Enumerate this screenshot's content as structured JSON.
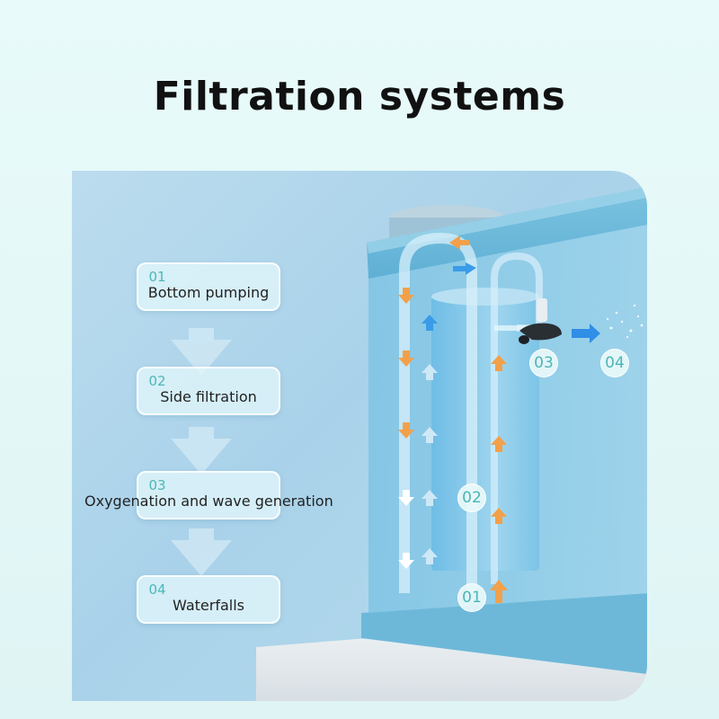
{
  "title": "Filtration systems",
  "steps": [
    {
      "num": "01",
      "label": "Bottom pumping"
    },
    {
      "num": "02",
      "label": "Side filtration"
    },
    {
      "num": "03",
      "label": "Oxygenation and wave generation"
    },
    {
      "num": "04",
      "label": "Waterfalls"
    }
  ],
  "markers": [
    "01",
    "02",
    "03",
    "04"
  ],
  "colors": {
    "accent": "#4cb5b6",
    "up_arrow": "#f2a04a",
    "flow_arrow": "#3a9ce8"
  },
  "icons": [
    "down-arrow-icon",
    "up-arrow-icon",
    "right-arrow-icon",
    "left-arrow-icon",
    "air-pump-icon",
    "water-spray-icon"
  ]
}
